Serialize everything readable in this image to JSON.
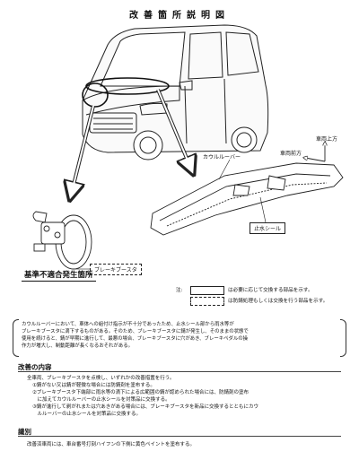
{
  "title": "改善箇所説明図",
  "labels": {
    "cowl_louver": "カウルルーバー",
    "vehicle_up": "車両上方",
    "vehicle_front": "車両前方",
    "water_seal": "止水シール",
    "brake_booster": "ブレーキブースタ",
    "defect_location": "基準不適合発生箇所"
  },
  "legend": {
    "prefix": "注:",
    "solid": "は必要に応じて交換する部品を示す。",
    "dashed": "は防錆処理もしくは交換を行う部品を示す。"
  },
  "description": [
    "カウルルーバーにおいて、車体への組付け指示が不十分であったため、止水シール部から雨水等が",
    "ブレーキブースタに滴下するものがある。そのため、ブレーキブースタに錆が発生し、そのままの状態で",
    "使用を続けると、錆が早期に進行して、最悪の場合、ブレーキブースタに穴があき、ブレーキペダルの操",
    "作力が増大し、制動距離が長くなるおそれがある。"
  ],
  "remedy": {
    "heading": "改善の内容",
    "lines": [
      "全車両、ブレーキブースタを点検し、いずれかの改善措置を行う。",
      "①錆がない又は錆が軽微な場合には防錆剤を塗布する。",
      "②ブレーキブースタ下端部に雨水等の滴下による広範囲の錆が認められた場合には、防錆剤の塗布",
      "　に加えてカウルルーバーの止水シールを対策品に交換する。",
      "③錆が進行して剥がれまたは穴あきがある場合には、ブレーキブースタを新品に交換するとともにカウ",
      "　ルルーバーの止水シールを対策品に交換する。"
    ]
  },
  "identification": {
    "heading": "識別",
    "line": "改善済車両には、車台番号打刻ハイフンの下側に黄色ペイントを塗布する。"
  }
}
